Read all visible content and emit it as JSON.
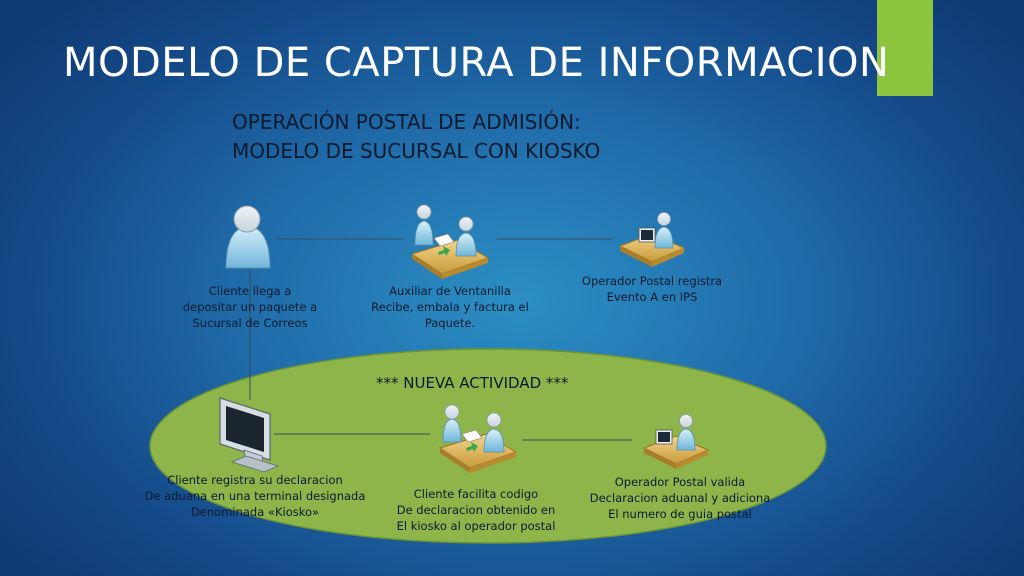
{
  "slide": {
    "title": "MODELO DE CAPTURA DE INFORMACION",
    "accent_color": "#8cc63f"
  },
  "diagram": {
    "heading_line1": "OPERACIÓN POSTAL DE ADMISIÓN:",
    "heading_line2": "MODELO DE SUCURSAL CON KIOSKO",
    "top_row": [
      {
        "icon": "customer-icon",
        "lines": [
          "Cliente llega a",
          "depositar un paquete a",
          "Sucursal de Correos"
        ]
      },
      {
        "icon": "counter-clerk-icon",
        "lines": [
          "Auxiliar de Ventanilla",
          "Recibe, embala y factura el",
          "Paquete."
        ]
      },
      {
        "icon": "postal-operator-icon",
        "lines": [
          "Operador Postal registra",
          "Evento A en IPS"
        ]
      }
    ],
    "new_activity": {
      "label": "*** NUEVA ACTIVIDAD ***",
      "fill_color": "#8db54a",
      "steps": [
        {
          "icon": "kiosk-monitor-icon",
          "lines": [
            "Cliente registra su declaracion",
            "De aduana en una terminal designada",
            "Denominada «Kiosko»"
          ]
        },
        {
          "icon": "counter-clerk-icon",
          "lines": [
            "Cliente facilita codigo",
            "De declaracion obtenido en",
            "El kiosko al operador postal"
          ]
        },
        {
          "icon": "postal-operator-icon",
          "lines": [
            "Operador Postal valida",
            "Declaracion aduanal y adiciona",
            "El numero de guia postal"
          ]
        }
      ]
    }
  }
}
